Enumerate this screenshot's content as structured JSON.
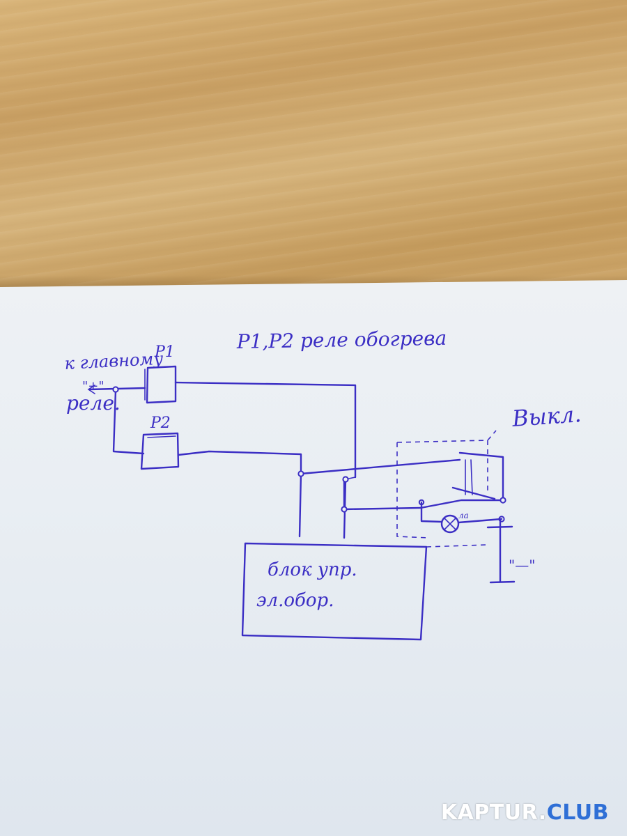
{
  "labels": {
    "to_main_relay_line1": "к главному",
    "to_main_relay_line2": "реле.",
    "plus_terminal": "\"+\"",
    "relay1": "Р1",
    "relay2": "Р2",
    "relays_note": "Р1,Р2 реле обогрева",
    "switch": "Выкл.",
    "control_unit_line1": "блок упр.",
    "control_unit_line2": "эл.обор.",
    "lamp": "ла",
    "minus_terminal": "\"—\""
  },
  "watermark": {
    "part1": "KAPTUR.",
    "part2": "CLUB"
  },
  "colors": {
    "ink": "#3b2ec4",
    "paper": "#eef1f4",
    "table": "#cfa96c",
    "watermark_accent": "#2f6fd6"
  }
}
